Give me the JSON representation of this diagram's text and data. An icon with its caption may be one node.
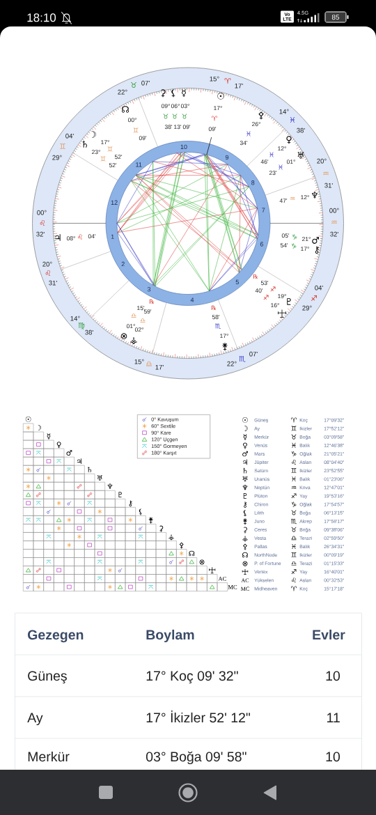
{
  "diagram": {
    "labels": [
      "18:10",
      "Vo LTE",
      "4.5G",
      "85",
      "15°",
      "♈",
      "17'",
      "22°",
      "♉",
      "07'",
      "29°",
      "♊",
      "04'",
      "00°",
      "♌",
      "32'",
      "20°",
      "♌",
      "31'",
      "14°",
      "♍",
      "38'",
      "15°",
      "♎",
      "17'",
      "22°",
      "♏",
      "07'",
      "29°",
      "♐",
      "04'",
      "00°",
      "♒",
      "32'",
      "20°",
      "♒",
      "31'",
      "14°",
      "♓",
      "38'",
      "1",
      "2",
      "3",
      "4",
      "5",
      "6",
      "7",
      "8",
      "9",
      "10",
      "11",
      "12",
      "☉",
      "17°",
      "♈",
      "09'",
      "☽",
      "17°",
      "♊",
      "52'",
      "☿",
      "03°",
      "♉",
      "09'",
      "♀",
      "12°",
      "♓",
      "46'",
      "05'",
      "♑",
      "21°",
      "♂",
      "♃",
      "08°",
      "♌",
      "04'",
      "♄",
      "23°",
      "♊",
      "52'",
      "♅",
      "01°",
      "♓",
      "23'",
      "47'",
      "♒",
      "12°",
      "♆",
      "♇",
      "19°",
      "♐",
      "53'",
      "℞",
      "54'",
      "♑",
      "17°",
      "⚷",
      "⚸",
      "06°",
      "♉",
      "13'",
      "⚵",
      "17°",
      "♏",
      "58'",
      "℞",
      "⚳",
      "09°",
      "♉",
      "38'",
      "⚶",
      "02°",
      "♎",
      "59'",
      "℞",
      "⚴",
      "26°",
      "♓",
      "34'",
      "☊",
      "00°",
      "♊",
      "09'",
      "⊗",
      "01°",
      "♎",
      "15'",
      "16°",
      "♐",
      "40'",
      "☉",
      "☽",
      "☿",
      "♀",
      "♂",
      "♃",
      "♄",
      "♅",
      "♆",
      "♇",
      "⚷",
      "⚸",
      "⚵",
      "⚳",
      "⚶",
      "⚴",
      "☊",
      "⊗",
      "AC",
      "MC",
      "☉",
      "Güneş",
      "♈",
      "Koç",
      "17°09'32\"",
      "☽",
      "Ay",
      "♊",
      "Ikizler",
      "17°52'12\"",
      "☿",
      "Merkür",
      "♉",
      "Boğa",
      "03°09'58\"",
      "♀",
      "Venüs",
      "♓",
      "Balık",
      "12°46'38\"",
      "♂",
      "Mars",
      "♑",
      "Oğlak",
      "21°05'21\"",
      "♃",
      "Jüpiter",
      "♌",
      "Aslan",
      "08°04'40\"",
      "♄",
      "Satürn",
      "♊",
      "Ikizler",
      "23°52'55\"",
      "♅",
      "Uranüs",
      "♓",
      "Balık",
      "01°23'06\"",
      "♆",
      "Neptün",
      "♒",
      "Kova",
      "12°47'01\"",
      "♇",
      "Plüton",
      "♐",
      "Yay",
      "19°53'16\"",
      "⚷",
      "Chiron",
      "♑",
      "Oğlak",
      "17°54'57\"",
      "⚸",
      "Lilith",
      "♉",
      "Boğa",
      "06°13'15\"",
      "⚵",
      "Juno",
      "♏",
      "Akrep",
      "17°58'17\"",
      "⚳",
      "Ceres",
      "♉",
      "Boğa",
      "09°38'06\"",
      "⚶",
      "Vesta",
      "♎",
      "Terazi",
      "02°59'50\"",
      "⚴",
      "Pallas",
      "♓",
      "Balık",
      "26°34'31\"",
      "☊",
      "NorthNode",
      "♊",
      "Ikizler",
      "00°09'19\"",
      "⊗",
      "P. of Fortune",
      "♎",
      "Terazi",
      "01°15'33\"",
      "Vertex",
      "♐",
      "Yay",
      "16°40'01\"",
      "AC",
      "Yükselen",
      "♌",
      "Aslan",
      "00°32'53\"",
      "MC",
      "Midheaven",
      "♈",
      "Koç",
      "15°17'18\"",
      "Gezegen",
      "Boylam",
      "Evler",
      "Güneş",
      "17° Koç 09' 32\"",
      "10",
      "Ay",
      "17° İkizler 52' 12\"",
      "11",
      "Merkür",
      "03° Boğa 09' 58\"",
      "10"
    ],
    "legend": [
      {
        "text": "0° Kavuşum"
      },
      {
        "text": "60° Sextile"
      },
      {
        "text": "90° Kare"
      },
      {
        "text": "120° Uçgen"
      },
      {
        "text": "150° Gormeyen"
      },
      {
        "text": "180° Karşıt"
      }
    ]
  }
}
